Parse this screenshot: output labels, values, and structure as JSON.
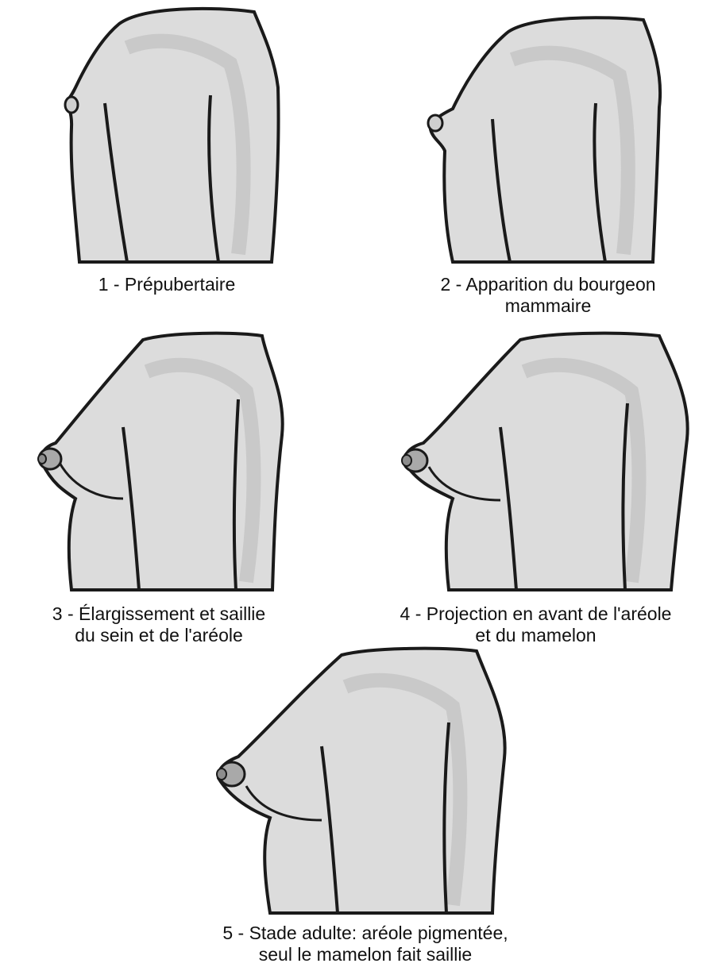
{
  "stages": [
    {
      "number": "1",
      "lines": [
        "1 - Prépubertaire"
      ]
    },
    {
      "number": "2",
      "lines": [
        "2 - Apparition du bourgeon",
        "mammaire"
      ]
    },
    {
      "number": "3",
      "lines": [
        "3 - Élargissement et saillie",
        "du sein et de l'aréole"
      ]
    },
    {
      "number": "4",
      "lines": [
        "4 - Projection en avant de l'aréole",
        "et du mamelon"
      ]
    },
    {
      "number": "5",
      "lines": [
        "5 - Stade adulte: aréole pigmentée,",
        "seul le mamelon fait saillie"
      ]
    }
  ]
}
